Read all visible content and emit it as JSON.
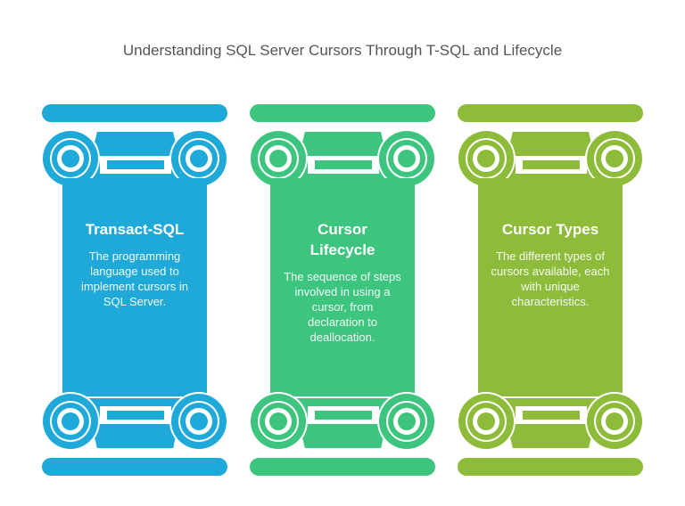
{
  "title": "Understanding SQL Server Cursors Through T-SQL and Lifecycle",
  "columns": [
    {
      "heading": "Transact-SQL",
      "description": "The programming language used to implement cursors in SQL Server.",
      "color": "#1fa9d9"
    },
    {
      "heading": "Cursor Lifecycle",
      "description": "The sequence of steps involved in using a cursor, from declaration to deallocation.",
      "color": "#3dc47f"
    },
    {
      "heading": "Cursor Types",
      "description": "The different types of cursors available, each with unique characteristics.",
      "color": "#8fbb3a"
    }
  ]
}
